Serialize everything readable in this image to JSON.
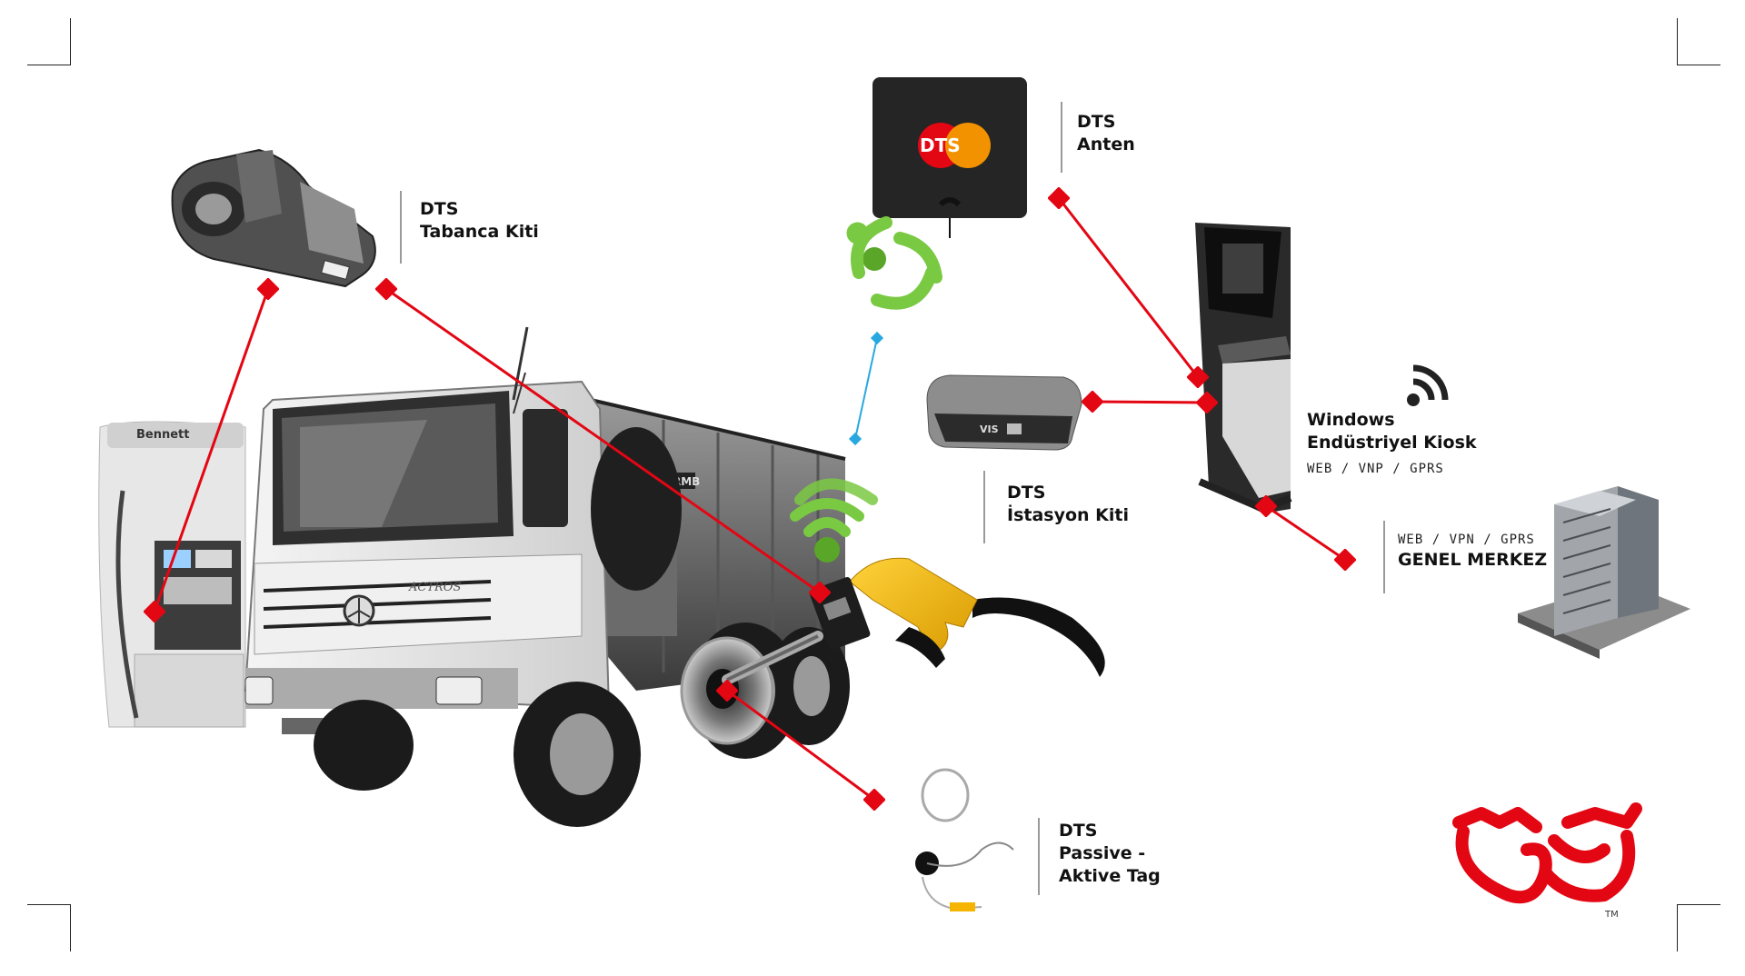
{
  "labels": {
    "tabanca": {
      "line1": "DTS",
      "line2": "Tabanca Kiti"
    },
    "anten": {
      "line1": "DTS",
      "line2": "Anten"
    },
    "istasyon": {
      "line1": "DTS",
      "line2": "İstasyon Kiti"
    },
    "kiosk": {
      "line1": "Windows",
      "line2": "Endüstriyel Kiosk",
      "sub": "WEB / VNP / GPRS"
    },
    "merkez": {
      "sub": "WEB / VPN / GPRS",
      "title": "GENEL MERKEZ"
    },
    "tag": {
      "line1": "DTS",
      "line2": "Passive -",
      "line3": "Aktive Tag"
    }
  },
  "antenna_logo": "DTS",
  "truck_badge": "ACTROS",
  "truck_body_badge": "RMB",
  "kit_badge": "VIS",
  "pump_brand": "Bennett",
  "trademark": "TM",
  "colors": {
    "connector": "#e30613",
    "wireless_link": "#29a8e0",
    "signal_green": "#7ac943",
    "brand_red": "#e30613",
    "brand_orange": "#f39200"
  }
}
